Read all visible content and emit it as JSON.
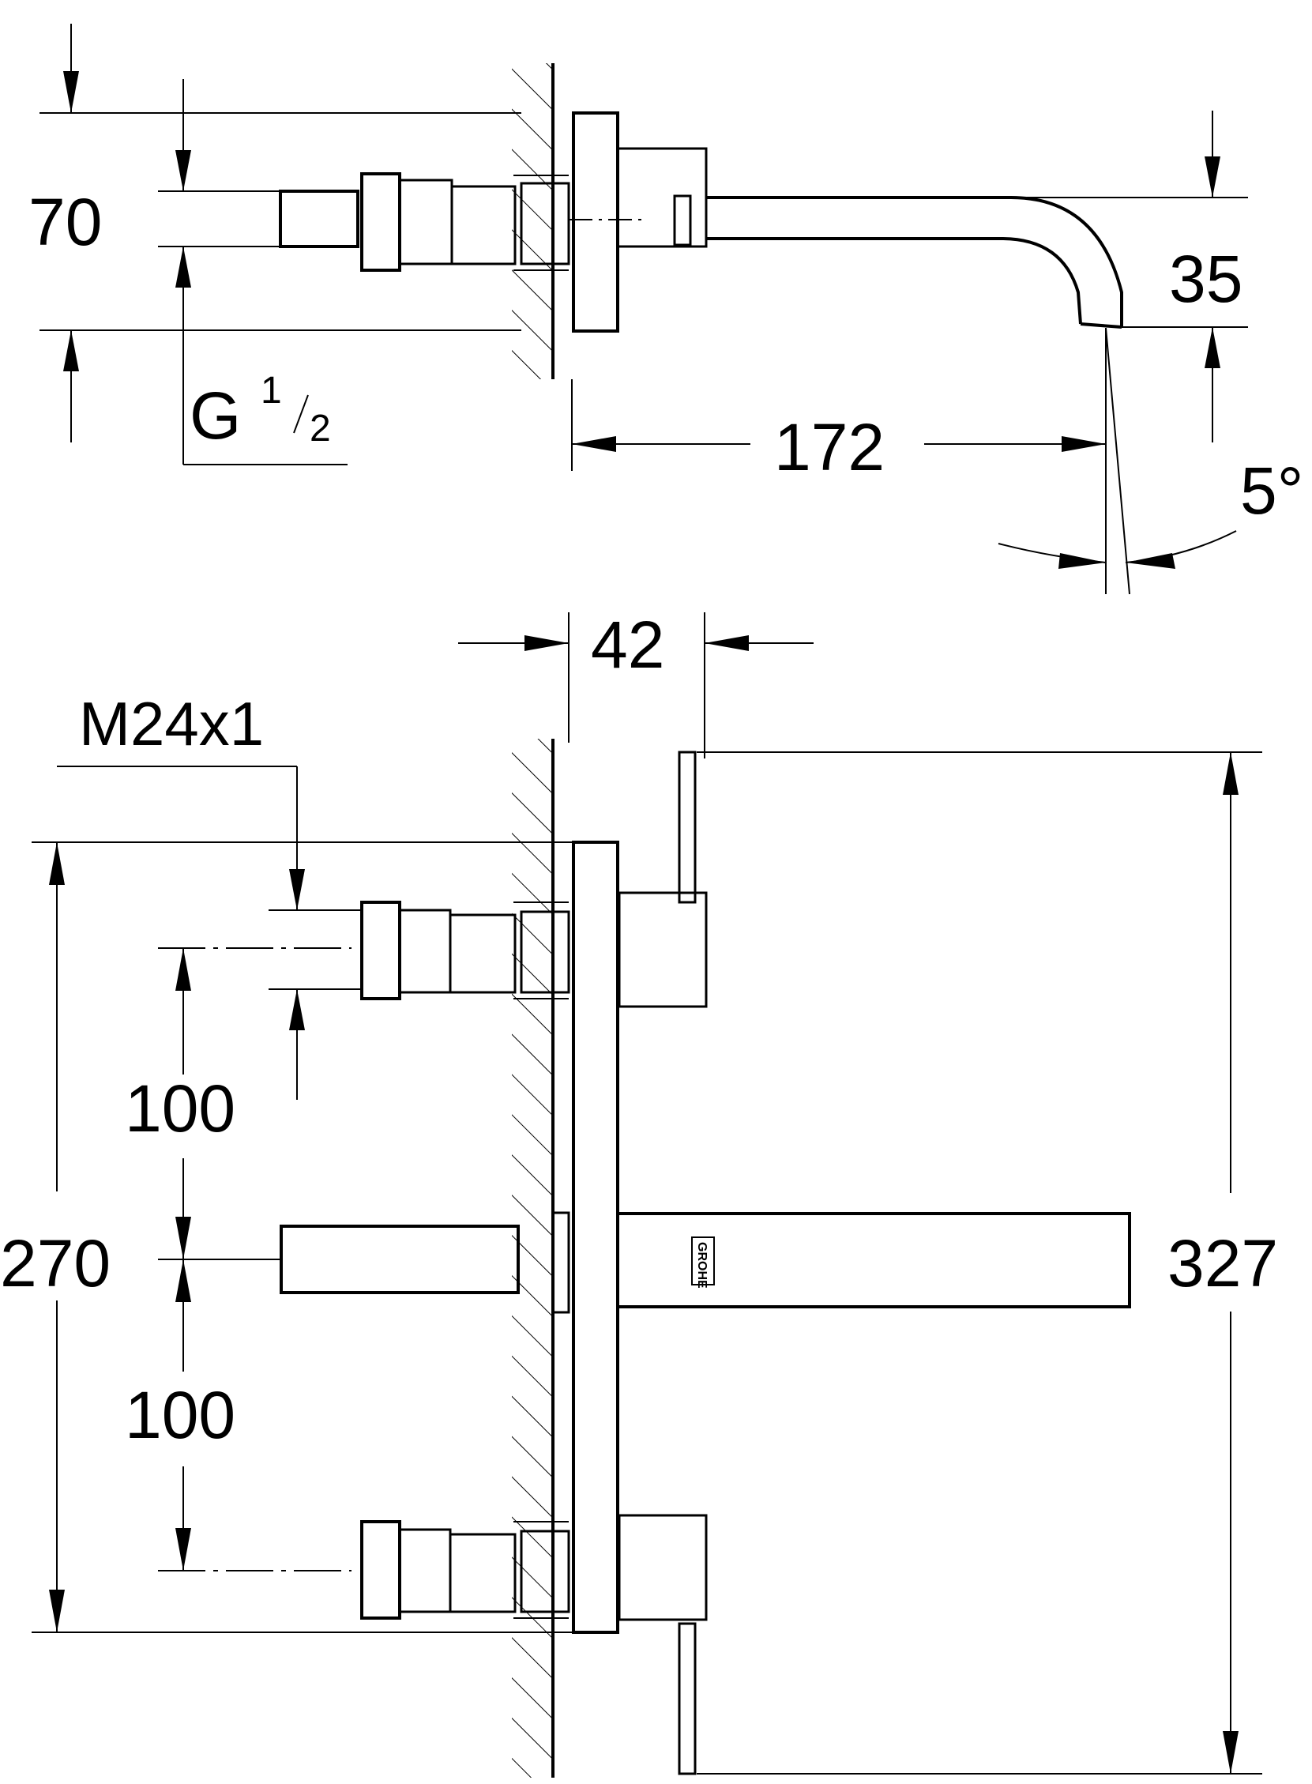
{
  "colors": {
    "ink": "#000000",
    "paper": "#ffffff"
  },
  "top_view": {
    "dim_height": "70",
    "dim_outlet_drop": "35",
    "dim_projection": "172",
    "dim_angle": "5°",
    "thread_label_main": "G",
    "thread_label_num": "1",
    "thread_label_den": "2"
  },
  "front_view": {
    "dim_depth": "42",
    "thread_label": "M24x1",
    "dim_spacing_upper": "100",
    "dim_spacing_lower": "100",
    "dim_total_height": "270",
    "dim_overall": "327",
    "logo_name": "grohe-logo"
  }
}
